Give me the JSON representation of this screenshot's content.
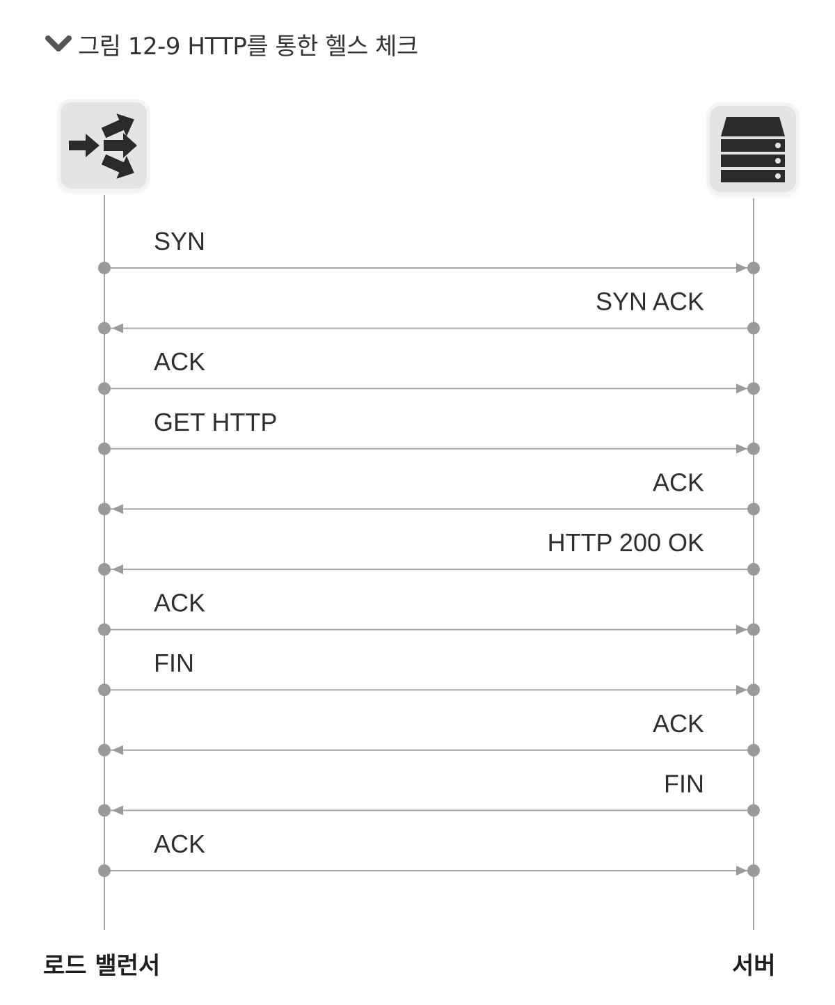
{
  "figure": {
    "title": "그림 12-9 HTTP를 통한 헬스 체크",
    "title_icon": "chevron-down-icon"
  },
  "participants": {
    "left": {
      "label": "로드 밸런서",
      "icon": "load-balancer-icon"
    },
    "right": {
      "label": "서버",
      "icon": "server-icon"
    }
  },
  "messages": [
    {
      "label": "SYN",
      "direction": "right"
    },
    {
      "label": "SYN ACK",
      "direction": "left"
    },
    {
      "label": "ACK",
      "direction": "right"
    },
    {
      "label": "GET HTTP",
      "direction": "right"
    },
    {
      "label": "ACK",
      "direction": "left"
    },
    {
      "label": "HTTP 200 OK",
      "direction": "left"
    },
    {
      "label": "ACK",
      "direction": "right"
    },
    {
      "label": "FIN",
      "direction": "right"
    },
    {
      "label": "ACK",
      "direction": "left"
    },
    {
      "label": "FIN",
      "direction": "left"
    },
    {
      "label": "ACK",
      "direction": "right"
    }
  ],
  "colors": {
    "line": "#a6a6a6",
    "dot": "#9a9a9a",
    "text": "#2f2f2f",
    "icon_bg": "#e4e4e4",
    "icon_fg": "#2a2a2a"
  }
}
